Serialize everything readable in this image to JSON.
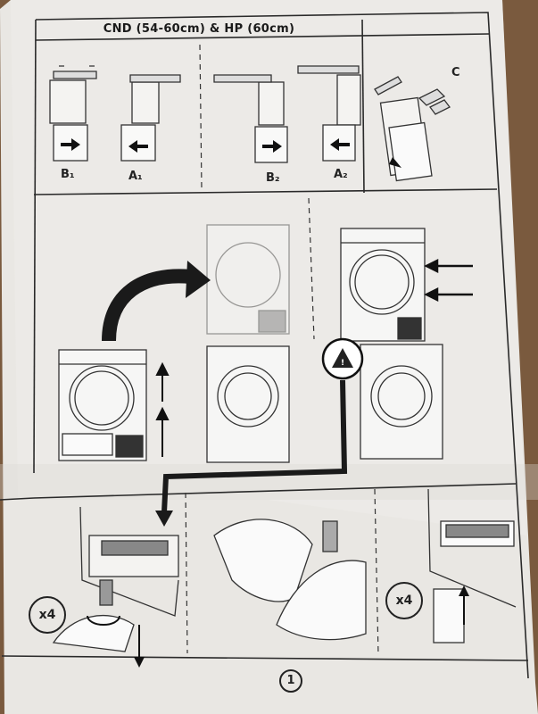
{
  "title": "CND (54-60cm) & HP (60cm)",
  "panels": {
    "bracket_labels": [
      "B₁",
      "A₁",
      "B₂",
      "A₂"
    ],
    "kit_label": "C"
  },
  "bottom": {
    "count_left": "x4",
    "count_right": "x4"
  },
  "page_number": "1",
  "colors": {
    "paper": "#ebe9e5",
    "ink": "#222222",
    "background": "#7a5a3e"
  }
}
